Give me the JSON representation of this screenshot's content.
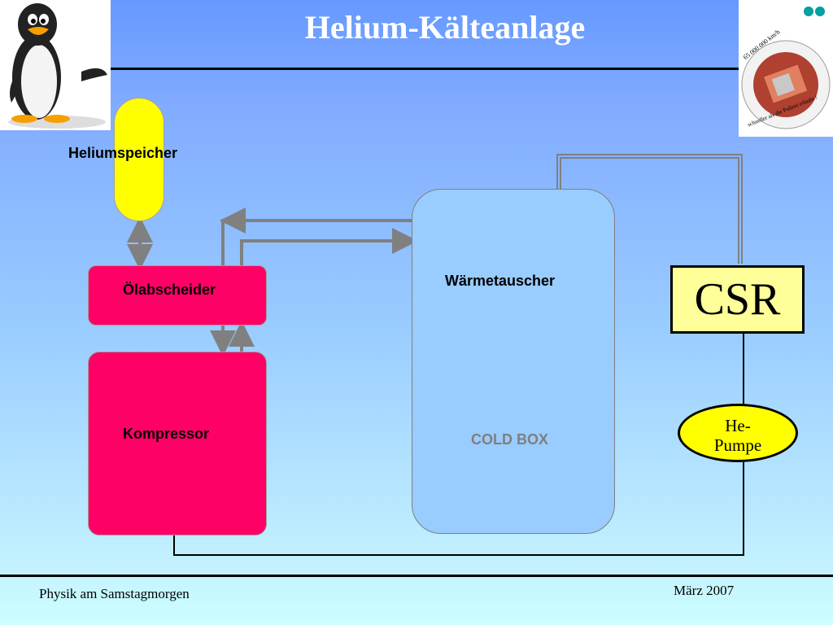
{
  "slide": {
    "title": "Helium-Kälteanlage"
  },
  "diagram": {
    "heliumspeicher": "Heliumspeicher",
    "oelabscheider": "Ölabscheider",
    "kompressor": "Kompressor",
    "waermetauscher": "Wärmetauscher",
    "cold_box": "COLD BOX",
    "csr": "CSR",
    "pumpe_line1": "He-",
    "pumpe_line2": "Pumpe"
  },
  "logos": {
    "left": "penguin-mascot-icon",
    "right": {
      "icon": "csr-ring-photo-icon",
      "top_text": "65 000 000 km/h",
      "bottom_text": "schneller als die Polizei erlaubt !"
    }
  },
  "footer": {
    "left": "Physik am Samstagmorgen",
    "right": "März 2007"
  },
  "colors": {
    "speicher": "#ffff00",
    "oelabscheider": "#ff0066",
    "kompressor": "#ff0066",
    "cold_box": "#99ccff",
    "csr": "#ffff99",
    "pumpe": "#ffff00",
    "pipes": "#808080"
  }
}
